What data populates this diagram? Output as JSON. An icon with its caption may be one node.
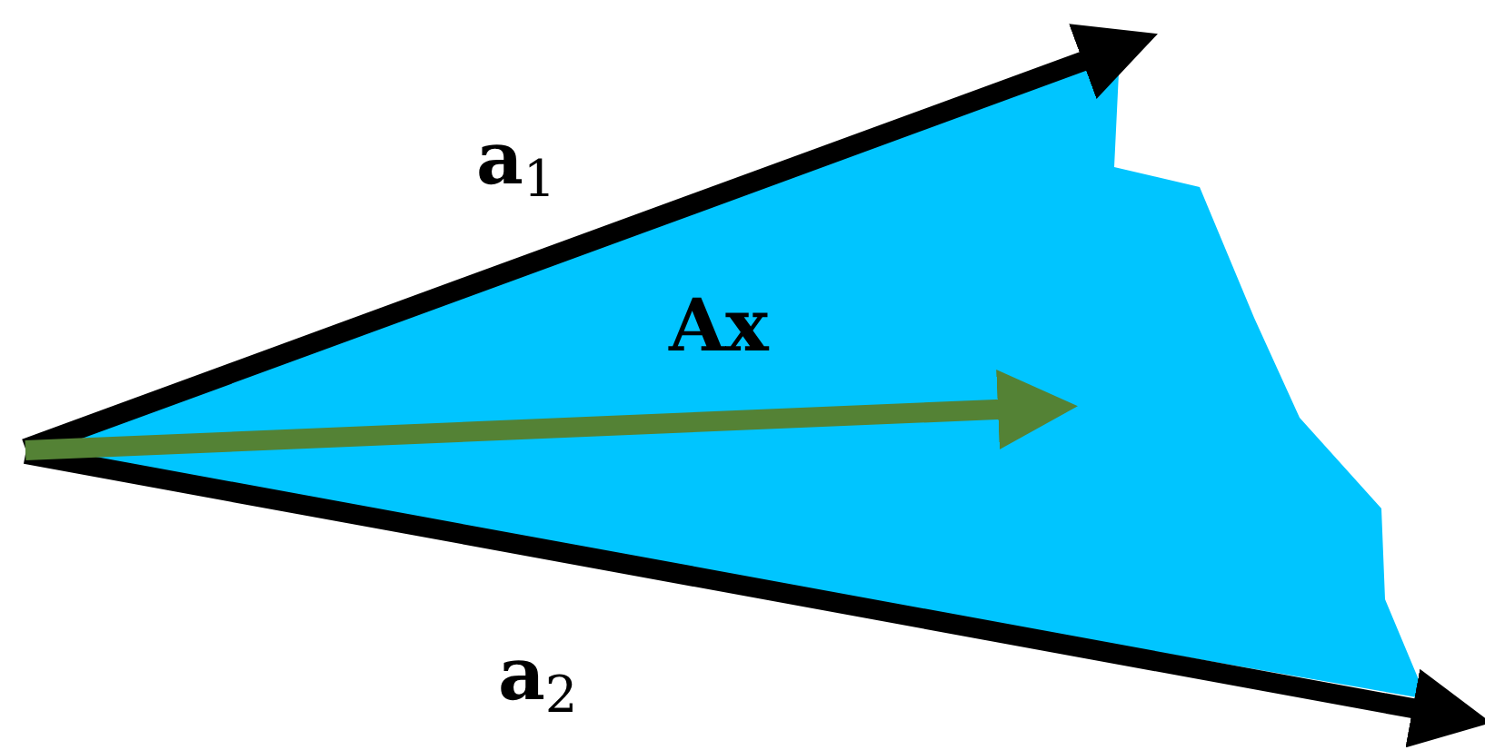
{
  "diagram": {
    "labels": [
      "**a**$_{1}$",
      "Ax",
      "**a**$_{2}$"
    ]
  }
}
